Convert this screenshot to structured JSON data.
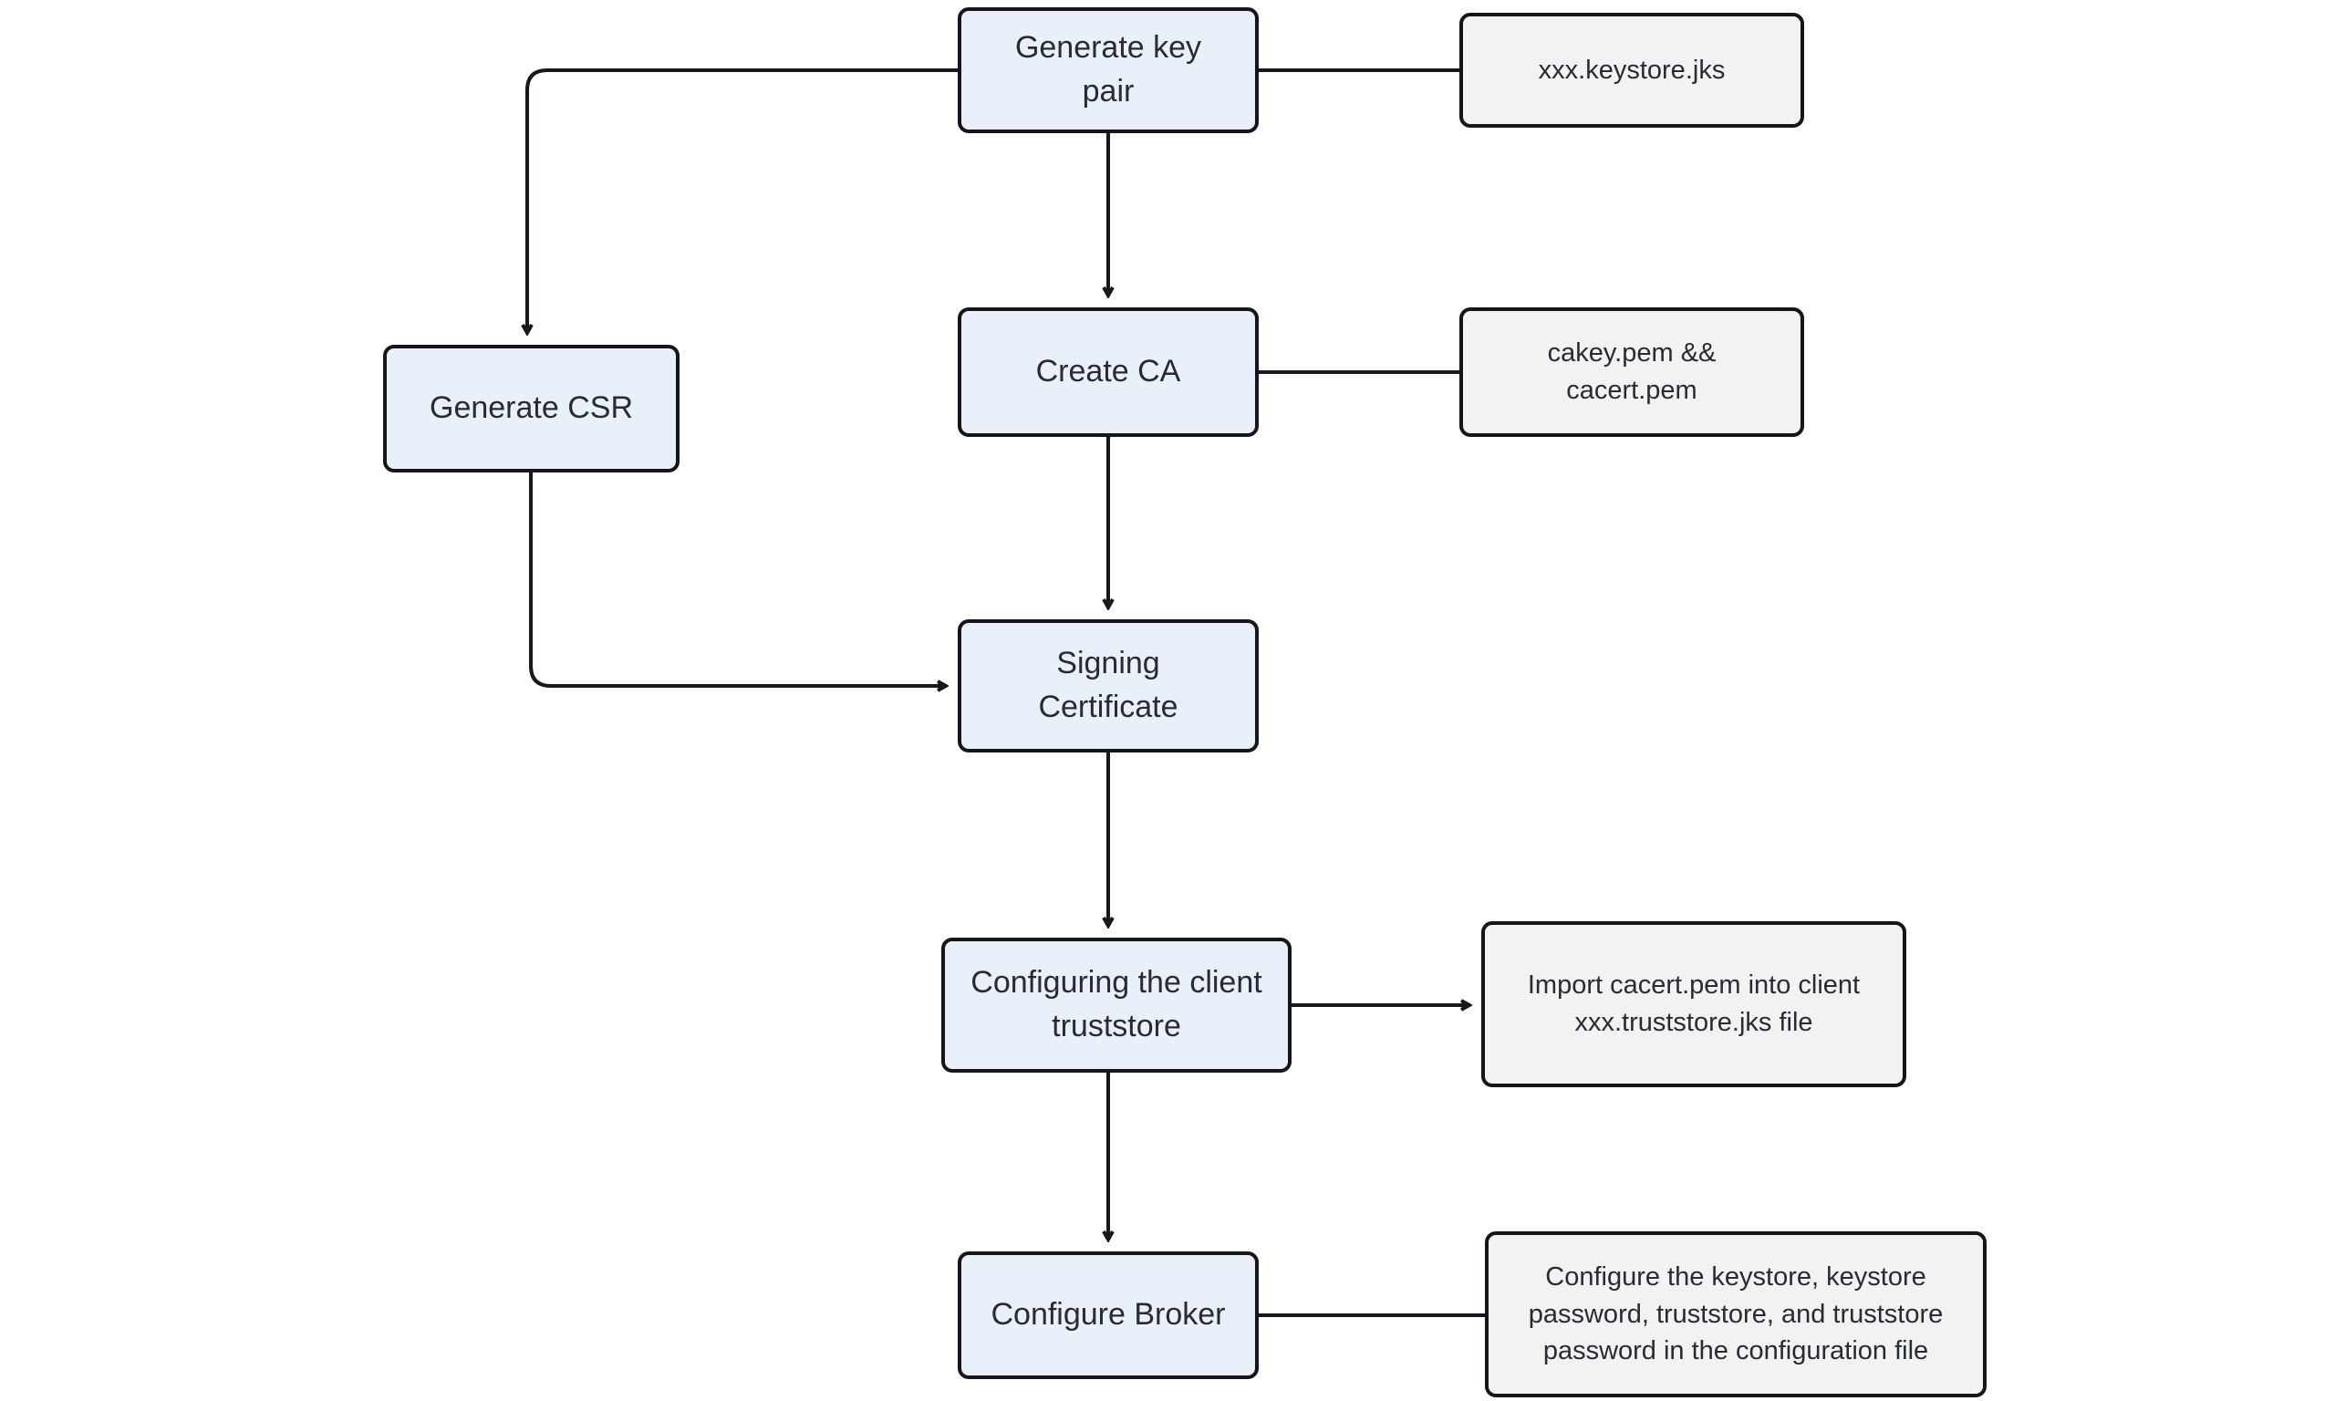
{
  "diagram": {
    "type": "flowchart",
    "direction": "top-down",
    "nodes": {
      "generate_key_pair": {
        "label": "Generate key pair",
        "kind": "process"
      },
      "create_ca": {
        "label": "Create CA",
        "kind": "process"
      },
      "generate_csr": {
        "label": "Generate CSR",
        "kind": "process"
      },
      "signing_certificate": {
        "label": "Signing Certificate",
        "kind": "process"
      },
      "configuring_client_truststore": {
        "label": "Configuring the client truststore",
        "kind": "process"
      },
      "configure_broker": {
        "label": "Configure Broker",
        "kind": "process"
      }
    },
    "notes": {
      "keystore_note": {
        "label": "xxx.keystore.jks",
        "kind": "note"
      },
      "ca_files_note": {
        "label": "cakey.pem && cacert.pem",
        "kind": "note"
      },
      "truststore_import_note": {
        "label": "Import cacert.pem into client xxx.truststore.jks file",
        "kind": "note"
      },
      "broker_config_note": {
        "label": "Configure the keystore, keystore password, truststore, and truststore password in the configuration file",
        "kind": "note"
      }
    },
    "edges": [
      {
        "from": "generate_key_pair",
        "to": "generate_csr",
        "arrowhead": true
      },
      {
        "from": "generate_key_pair",
        "to": "keystore_note",
        "arrowhead": false
      },
      {
        "from": "generate_key_pair",
        "to": "create_ca",
        "arrowhead": true
      },
      {
        "from": "create_ca",
        "to": "ca_files_note",
        "arrowhead": false
      },
      {
        "from": "create_ca",
        "to": "signing_certificate",
        "arrowhead": true
      },
      {
        "from": "generate_csr",
        "to": "signing_certificate",
        "arrowhead": true
      },
      {
        "from": "signing_certificate",
        "to": "configuring_client_truststore",
        "arrowhead": true
      },
      {
        "from": "configuring_client_truststore",
        "to": "truststore_import_note",
        "arrowhead": true
      },
      {
        "from": "configuring_client_truststore",
        "to": "configure_broker",
        "arrowhead": true
      },
      {
        "from": "configure_broker",
        "to": "broker_config_note",
        "arrowhead": false
      }
    ],
    "colors": {
      "process_fill": "#eaf0fa",
      "note_fill": "#f2f2f2",
      "border": "#14161b",
      "arrow": "#16181d",
      "text": "#262b35",
      "background": "#ffffff"
    }
  }
}
